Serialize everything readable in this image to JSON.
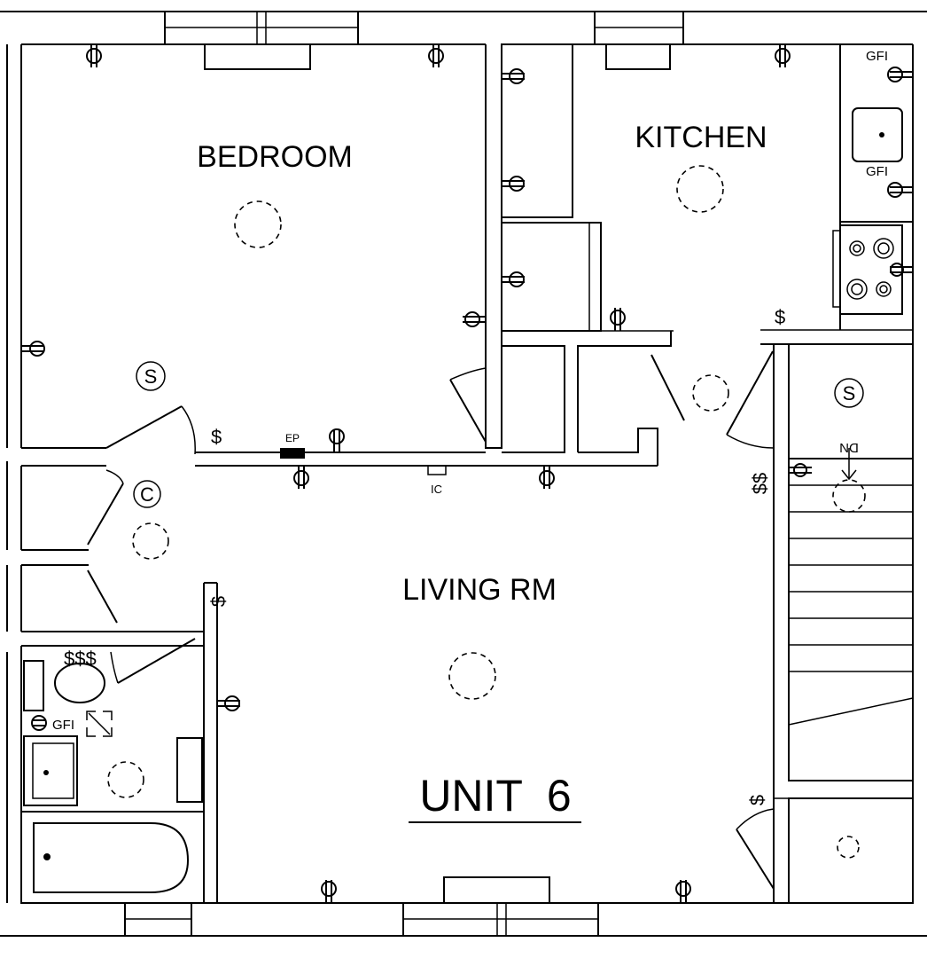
{
  "rooms": {
    "bedroom": "BEDROOM",
    "kitchen": "KITCHEN",
    "living": "LIVING RM"
  },
  "unit": {
    "label": "UNIT  6"
  },
  "symbols": {
    "gfi": "GFI",
    "switch": "$",
    "switch_double": "$$",
    "switch_triple": "$$$",
    "smoke_detector": "S",
    "carbon_detector": "C",
    "electric_panel": "EP",
    "intercom": "IC",
    "down": "DN"
  },
  "icons": {
    "outlet": "duplex-outlet-icon",
    "ceiling_light": "ceiling-light-icon",
    "exhaust_fan": "exhaust-fan-icon"
  },
  "colors": {
    "line": "#000000",
    "background": "#ffffff"
  }
}
